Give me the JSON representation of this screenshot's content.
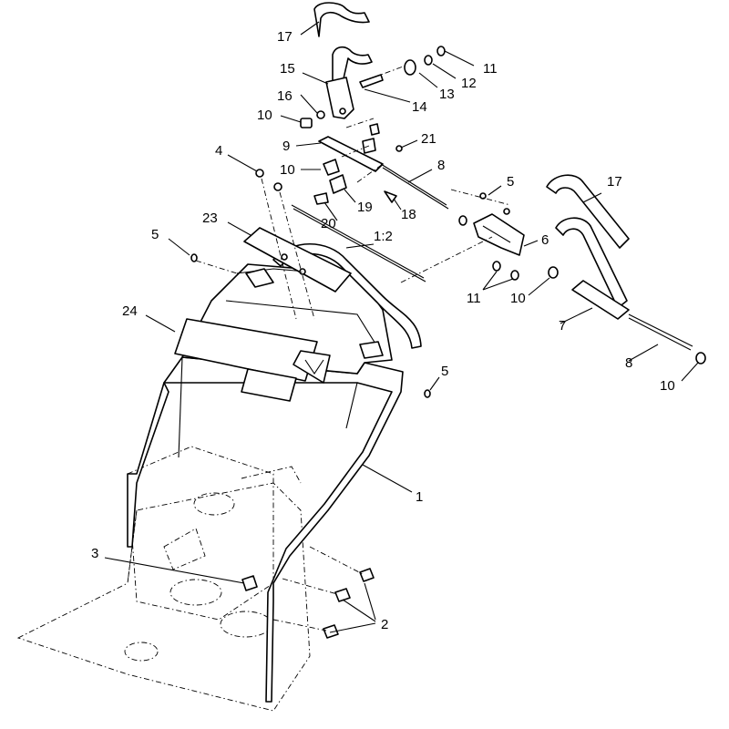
{
  "callouts": [
    {
      "id": "c17a",
      "text": "17"
    },
    {
      "id": "c15",
      "text": "15"
    },
    {
      "id": "c16",
      "text": "16"
    },
    {
      "id": "c14",
      "text": "14"
    },
    {
      "id": "c13",
      "text": "13"
    },
    {
      "id": "c12",
      "text": "12"
    },
    {
      "id": "c11a",
      "text": "11"
    },
    {
      "id": "c10a",
      "text": "10"
    },
    {
      "id": "c9",
      "text": "9"
    },
    {
      "id": "c21",
      "text": "21"
    },
    {
      "id": "c4",
      "text": "4"
    },
    {
      "id": "c10b",
      "text": "10"
    },
    {
      "id": "c8a",
      "text": "8"
    },
    {
      "id": "c19",
      "text": "19"
    },
    {
      "id": "c18",
      "text": "18"
    },
    {
      "id": "c20",
      "text": "20"
    },
    {
      "id": "c5a",
      "text": "5"
    },
    {
      "id": "c17b",
      "text": "17"
    },
    {
      "id": "c23",
      "text": "23"
    },
    {
      "id": "c12ratio",
      "text": "1:2"
    },
    {
      "id": "c6",
      "text": "6"
    },
    {
      "id": "c5b",
      "text": "5"
    },
    {
      "id": "c11b",
      "text": "11"
    },
    {
      "id": "c10c",
      "text": "10"
    },
    {
      "id": "c24",
      "text": "24"
    },
    {
      "id": "c7",
      "text": "7"
    },
    {
      "id": "c8b",
      "text": "8"
    },
    {
      "id": "c5c",
      "text": "5"
    },
    {
      "id": "c10d",
      "text": "10"
    },
    {
      "id": "c1",
      "text": "1"
    },
    {
      "id": "c3",
      "text": "3"
    },
    {
      "id": "c2",
      "text": "2"
    }
  ]
}
